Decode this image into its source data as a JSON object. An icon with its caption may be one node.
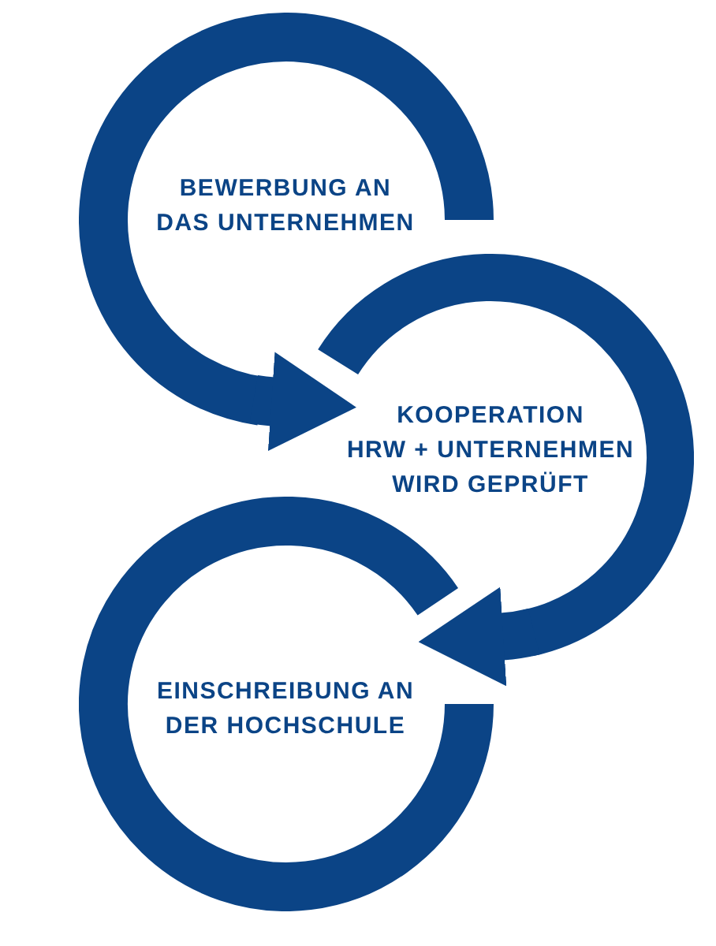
{
  "diagram": {
    "nodes": [
      {
        "text": [
          "BEWERBUNG AN DAS UNTERNEHMEN"
        ]
      },
      {
        "text": [
          "KOOPERATION HRW + UNTERNEHMEN WIRD GEPRÜFT"
        ]
      },
      {
        "text": [
          "EINSCHREIBUNG AN DER HOCHSCHULE"
        ]
      }
    ],
    "edges": [
      {
        "from": 0,
        "to": 1,
        "arrow": "to"
      },
      {
        "from": 1,
        "to": 2,
        "arrow": "to"
      }
    ]
  }
}
